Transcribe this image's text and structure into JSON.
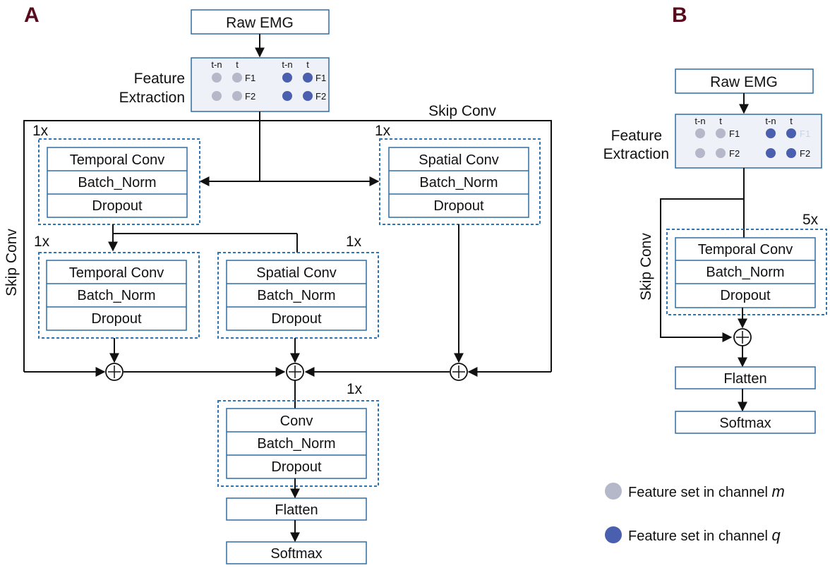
{
  "panel_a": {
    "label": "A",
    "raw_emg": "Raw EMG",
    "feature_extraction": {
      "label_line1": "Feature",
      "label_line2": "Extraction",
      "col_tn": "t-n",
      "col_t": "t",
      "f1": "F1",
      "f2": "F2"
    },
    "skip_conv_top": "Skip Conv",
    "skip_conv_left": "Skip Conv",
    "block_tl": {
      "repeat": "1x",
      "layers": [
        "Temporal Conv",
        "Batch_Norm",
        "Dropout"
      ]
    },
    "block_tr": {
      "repeat": "1x",
      "layers": [
        "Spatial Conv",
        "Batch_Norm",
        "Dropout"
      ]
    },
    "block_ml": {
      "repeat": "1x",
      "layers": [
        "Temporal Conv",
        "Batch_Norm",
        "Dropout"
      ]
    },
    "block_mm": {
      "repeat": "1x",
      "layers": [
        "Spatial Conv",
        "Batch_Norm",
        "Dropout"
      ]
    },
    "block_bottom": {
      "repeat": "1x",
      "layers": [
        "Conv",
        "Batch_Norm",
        "Dropout"
      ]
    },
    "flatten": "Flatten",
    "softmax": "Softmax",
    "plus": "+"
  },
  "panel_b": {
    "label": "B",
    "raw_emg": "Raw EMG",
    "feature_extraction": {
      "label_line1": "Feature",
      "label_line2": "Extraction",
      "col_tn": "t-n",
      "col_t": "t",
      "f1": "F1",
      "f2": "F2"
    },
    "skip_conv": "Skip Conv",
    "block": {
      "repeat": "5x",
      "layers": [
        "Temporal Conv",
        "Batch_Norm",
        "Dropout"
      ]
    },
    "flatten": "Flatten",
    "softmax": "Softmax",
    "plus": "+"
  },
  "legend": {
    "channel_m": {
      "prefix": "Feature set in channel ",
      "var": "m"
    },
    "channel_q": {
      "prefix": "Feature set in channel ",
      "var": "q"
    }
  },
  "colors": {
    "box_border": "#2e6da4",
    "dashed_border": "#2e75b6",
    "grey_dot": "#b4b8c8",
    "blue_dot": "#4a5fae",
    "feature_bg": "#eef2f8",
    "panel_label": "#5a0a1e",
    "line": "#111111"
  }
}
